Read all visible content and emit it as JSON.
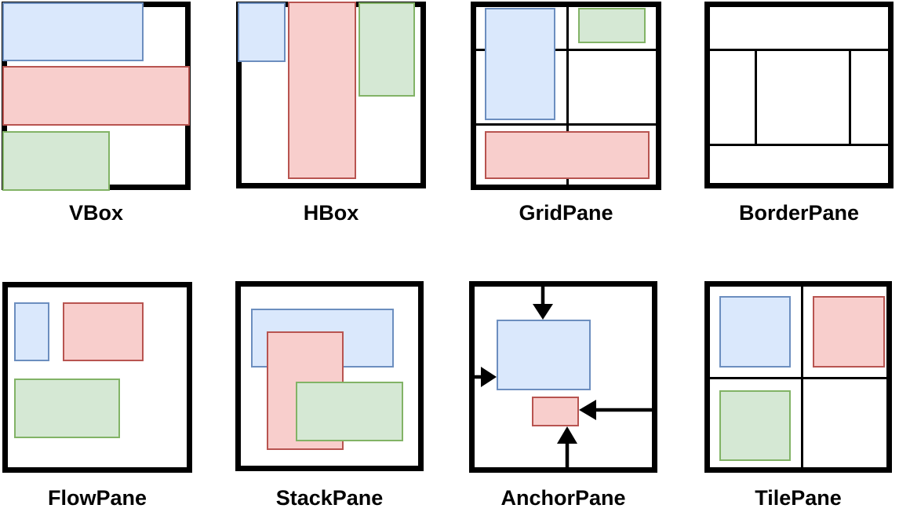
{
  "colors": {
    "canvas": "#ffffff",
    "frame": "#000000",
    "blue_fill": "#dae8fc",
    "blue_stroke": "#6c8ebf",
    "red_fill": "#f8cecc",
    "red_stroke": "#b85450",
    "green_fill": "#d5e8d4",
    "green_stroke": "#82b366"
  },
  "panes": {
    "vbox": {
      "label": "VBox"
    },
    "hbox": {
      "label": "HBox"
    },
    "gridpane": {
      "label": "GridPane"
    },
    "borderpane": {
      "label": "BorderPane"
    },
    "flowpane": {
      "label": "FlowPane"
    },
    "stackpane": {
      "label": "StackPane"
    },
    "anchorpane": {
      "label": "AnchorPane"
    },
    "tilepane": {
      "label": "TilePane"
    }
  }
}
